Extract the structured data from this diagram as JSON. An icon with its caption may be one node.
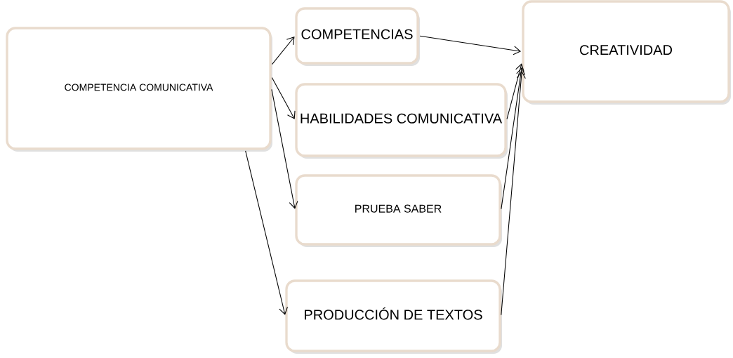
{
  "diagram": {
    "nodes": [
      {
        "text": [
          "COMPETENCIA COMUNICATIVA"
        ]
      },
      {
        "text": [
          "COMPETENCIAS"
        ]
      },
      {
        "text": [
          "HABILIDADES COMUNICATIVA"
        ]
      },
      {
        "text": [
          "PRUEBA SABER"
        ]
      },
      {
        "text": [
          "PRODUCCIÓN DE TEXTOS"
        ]
      },
      {
        "text": [
          "CREATIVIDAD"
        ]
      }
    ],
    "edges": [
      {
        "from": 0,
        "to": 1,
        "arrow": "to"
      },
      {
        "from": 0,
        "to": 2,
        "arrow": "to"
      },
      {
        "from": 0,
        "to": 3,
        "arrow": "to"
      },
      {
        "from": 0,
        "to": 4,
        "arrow": "to"
      },
      {
        "from": 1,
        "to": 5,
        "arrow": "to"
      },
      {
        "from": 2,
        "to": 5,
        "arrow": "to"
      },
      {
        "from": 3,
        "to": 5,
        "arrow": "to"
      },
      {
        "from": 4,
        "to": 5,
        "arrow": "to"
      }
    ]
  }
}
